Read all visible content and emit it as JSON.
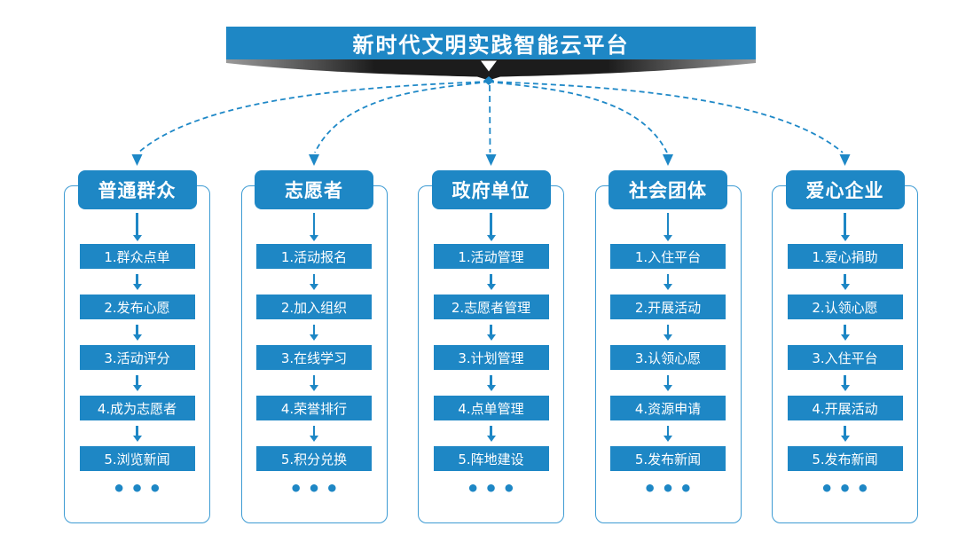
{
  "title": "新时代文明实践智能云平台",
  "colors": {
    "primary_blue": "#1e87c5",
    "connector_blue": "#1e88c7",
    "outline_blue": "#3d9bd3",
    "shadow_dark": "#1c1c1c",
    "text_white": "#ffffff"
  },
  "icons": {
    "banner_arrow": "down-triangle",
    "hub_node": "diamond-dot",
    "step_arrow": "down-arrow",
    "connector_arrow": "down-arrow"
  },
  "columns": [
    {
      "title": "普通群众",
      "items": [
        "1.群众点单",
        "2.发布心愿",
        "3.活动评分",
        "4.成为志愿者",
        "5.浏览新闻"
      ],
      "more": "•••"
    },
    {
      "title": "志愿者",
      "items": [
        "1.活动报名",
        "2.加入组织",
        "3.在线学习",
        "4.荣誉排行",
        "5.积分兑换"
      ],
      "more": "•••"
    },
    {
      "title": "政府单位",
      "items": [
        "1.活动管理",
        "2.志愿者管理",
        "3.计划管理",
        "4.点单管理",
        "5.阵地建设"
      ],
      "more": "•••"
    },
    {
      "title": "社会团体",
      "items": [
        "1.入住平台",
        "2.开展活动",
        "3.认领心愿",
        "4.资源申请",
        "5.发布新闻"
      ],
      "more": "•••"
    },
    {
      "title": "爱心企业",
      "items": [
        "1.爱心捐助",
        "2.认领心愿",
        "3.入住平台",
        "4.开展活动",
        "5.发布新闻"
      ],
      "more": "•••"
    }
  ]
}
